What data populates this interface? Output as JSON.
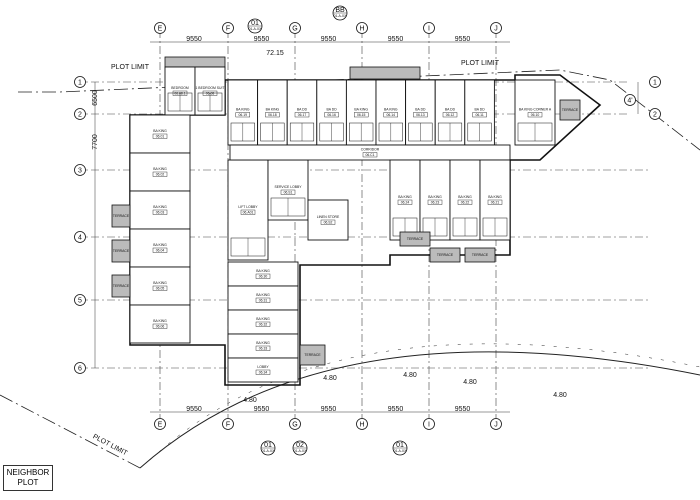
{
  "grid_columns": [
    "E",
    "F",
    "G",
    "H",
    "I",
    "J"
  ],
  "grid_rows": [
    "1",
    "2",
    "3",
    "4",
    "5",
    "6"
  ],
  "extra_grid": "4'",
  "dimensions": {
    "bay": "9550",
    "top_total": "72.15",
    "side_1": "6500",
    "side_2": "7700",
    "arc_segment": "4.80"
  },
  "plot_limit_label": "PLOT LIMIT",
  "neighbor_plot": {
    "line1": "NEIGHBOR",
    "line2": "PLOT"
  },
  "section_marks": [
    {
      "id": "01",
      "sheet": "01-A-XX"
    },
    {
      "id": "01",
      "sheet": "01-A-XX"
    },
    {
      "id": "02",
      "sheet": "01-A-XX"
    },
    {
      "id": "01",
      "sheet": "01-A-XX"
    },
    {
      "id": "BB",
      "sheet": "01-A-XX"
    }
  ],
  "rooms_top": [
    {
      "label": "BEDROOM",
      "code": "06.08.1"
    },
    {
      "label": "1 BEDROOM SUIT",
      "code": "06.08"
    },
    {
      "label": "BA KING",
      "code": "06.19"
    },
    {
      "label": "BA KING",
      "code": "06.18"
    },
    {
      "label": "BA DD",
      "code": "06.17"
    },
    {
      "label": "BA DD",
      "code": "06.16"
    },
    {
      "label": "BA KING",
      "code": "06.15"
    },
    {
      "label": "BA KING",
      "code": "06.14"
    },
    {
      "label": "BA DD",
      "code": "06.13"
    },
    {
      "label": "BA DD",
      "code": "06.12"
    },
    {
      "label": "BA DD",
      "code": "06.11"
    },
    {
      "label": "BA KING CORNER A",
      "code": "06.10"
    }
  ],
  "rooms_left": [
    {
      "label": "BA KING",
      "code": "06.01"
    },
    {
      "label": "BA KING",
      "code": "06.02"
    },
    {
      "label": "BA KING",
      "code": "06.03"
    },
    {
      "label": "BA KING",
      "code": "06.04"
    },
    {
      "label": "BA KING",
      "code": "06.05"
    },
    {
      "label": "BA KING",
      "code": "06.06"
    }
  ],
  "rooms_core": [
    {
      "label": "LIFT LOBBY",
      "code": "06.A01"
    },
    {
      "label": "SERVICE LOBBY",
      "code": "06.S1"
    },
    {
      "label": "LINEN STORE",
      "code": "06.S2"
    },
    {
      "label": "CORRIDOR",
      "code": "06.C1"
    },
    {
      "label": "BA KING",
      "code": "06.24"
    },
    {
      "label": "BA KING",
      "code": "06.23"
    },
    {
      "label": "BA KING",
      "code": "06.22"
    },
    {
      "label": "BA KING",
      "code": "06.21"
    }
  ],
  "rooms_lower": [
    {
      "label": "BA KING",
      "code": "06.30"
    },
    {
      "label": "BA KING",
      "code": "06.31"
    },
    {
      "label": "BA KING",
      "code": "06.32"
    },
    {
      "label": "BA KING",
      "code": "06.33"
    },
    {
      "label": "LOBBY",
      "code": "06.34"
    }
  ],
  "terrace_label": "TERRACE"
}
